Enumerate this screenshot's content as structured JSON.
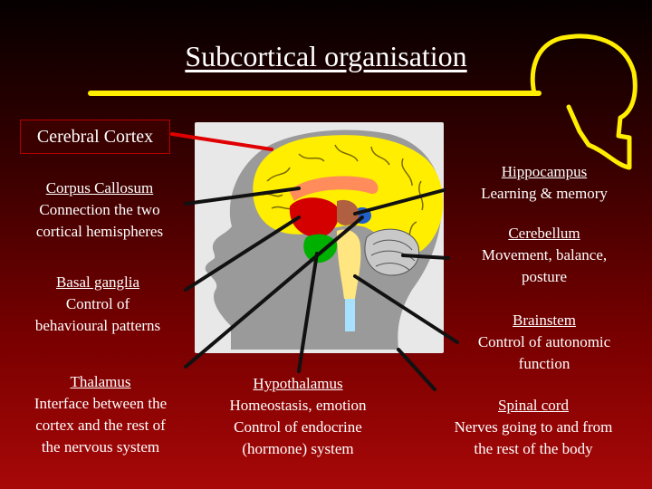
{
  "title": "Subcortical organisation",
  "cerebral_cortex": "Cerebral Cortex",
  "labels": {
    "corpus_callosum": {
      "name": "Corpus Callosum",
      "desc": [
        "Connection the two",
        "cortical hemispheres"
      ]
    },
    "basal_ganglia": {
      "name": "Basal ganglia",
      "desc": [
        "Control of",
        "behavioural patterns"
      ]
    },
    "thalamus": {
      "name": "Thalamus",
      "desc": [
        "Interface between the",
        "cortex and the rest of",
        "the nervous system"
      ]
    },
    "hypothalamus": {
      "name": "Hypothalamus",
      "desc": [
        "Homeostasis, emotion",
        "Control of endocrine",
        "(hormone) system"
      ]
    },
    "hippocampus": {
      "name": "Hippocampus",
      "desc": [
        "Learning & memory"
      ]
    },
    "cerebellum": {
      "name": "Cerebellum",
      "desc": [
        "Movement, balance,",
        "posture"
      ]
    },
    "brainstem": {
      "name": "Brainstem",
      "desc": [
        "Control of autonomic",
        "function"
      ]
    },
    "spinal_cord": {
      "name": "Spinal cord",
      "desc": [
        "Nerves going to and from",
        "the rest of the body"
      ]
    }
  },
  "colors": {
    "cortex": "#ffee00",
    "corpus_callosum": "#ff8c5a",
    "basal_ganglia": "#d40000",
    "thalamus": "#2060c8",
    "hypothalamus": "#00b000",
    "brainstem": "#ffe680",
    "cerebellum": "#c8c8c8",
    "spinal_cord": "#a8e0ff",
    "head": "#9a9a9a",
    "connector": "#111111",
    "accent_yellow": "#ffee00",
    "cortex_line": "#e00000"
  }
}
